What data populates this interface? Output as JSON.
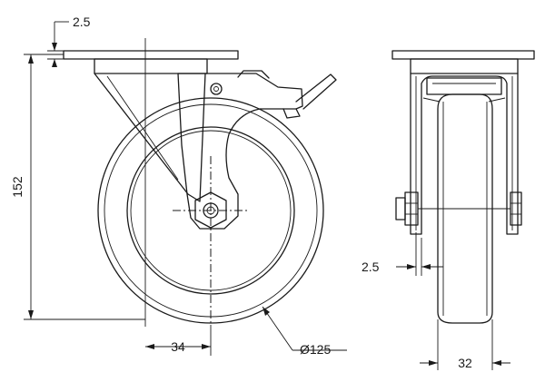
{
  "dimensions": {
    "plate_thickness": "2.5",
    "total_height": "152",
    "swivel_offset": "34",
    "wheel_diameter": "Ø125",
    "side_clearance": "2.5",
    "wheel_width": "32"
  }
}
